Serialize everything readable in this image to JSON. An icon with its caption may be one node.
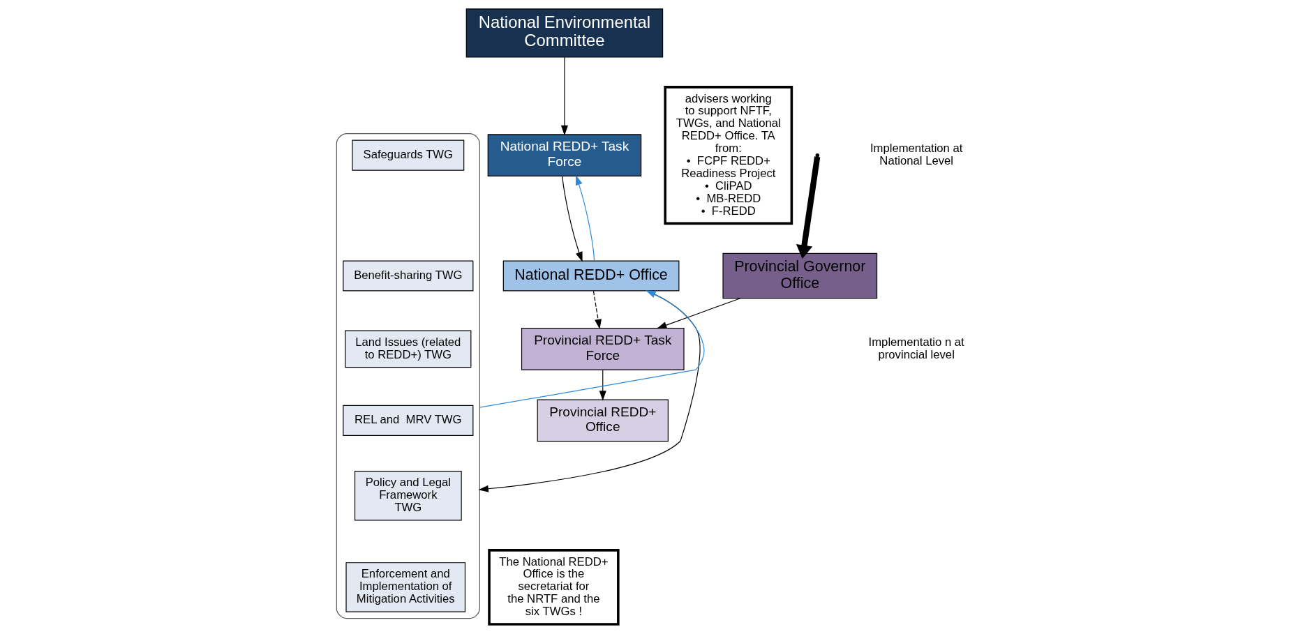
{
  "diagram": {
    "nodes": [
      {
        "text": [
          "National Environmental Committee"
        ]
      },
      {
        "text": [
          "National REDD+ Task Force"
        ]
      },
      {
        "text": [
          "National REDD+ Office"
        ]
      },
      {
        "text": [
          "Provincial Governor Office"
        ]
      },
      {
        "text": [
          "Provincial REDD+ Task Force"
        ]
      },
      {
        "text": [
          "Provincial REDD+ Office"
        ]
      },
      {
        "text": [],
        "shape": "bracket"
      },
      {
        "text": [
          "Safeguards TWG"
        ],
        "in": 6
      },
      {
        "text": [
          "Benefit-sharing TWG"
        ],
        "in": 6
      },
      {
        "text": [
          "Land Issues (related to REDD+) TWG"
        ],
        "in": 6
      },
      {
        "text": [
          "REL and  MRV TWG"
        ],
        "in": 6
      },
      {
        "text": [
          "Policy and Legal Framework",
          "TWG"
        ],
        "in": 6
      },
      {
        "text": [
          "Enforcement and Implementation of Mitigation Activities"
        ],
        "in": 6
      },
      {
        "text": [
          "advisers working to support NFTF, TWGs, and National REDD+ Office. TA from:",
          "•  FCPF REDD+ Readiness Project",
          "•  CliPAD",
          "•  MB-REDD",
          "•  F-REDD"
        ]
      },
      {
        "text": [
          "The National REDD+ Office is the secretariat for the NRTF and the six TWGs !"
        ]
      }
    ],
    "edges": [
      {
        "from": 0,
        "to": 1,
        "arrow": "to"
      },
      {
        "from": 1,
        "to": 2,
        "arrow": "to"
      },
      {
        "from": 2,
        "to": 1,
        "arrow": "to",
        "color": "#2e8bd8"
      },
      {
        "from": 2,
        "to": 6,
        "arrow": "to"
      },
      {
        "from": 6,
        "to": 2,
        "arrow": "to",
        "color": "#2e8bd8"
      },
      {
        "from": null,
        "to": 3,
        "arrow": "to",
        "style": "thick"
      },
      {
        "from": 2,
        "to": 4,
        "arrow": "to",
        "style": "dashed"
      },
      {
        "from": 3,
        "to": 4,
        "arrow": "to"
      },
      {
        "from": 4,
        "to": 5,
        "arrow": "to"
      }
    ],
    "labels": [
      "Implementation at National Level",
      "Implementatio n at provincial level"
    ]
  }
}
